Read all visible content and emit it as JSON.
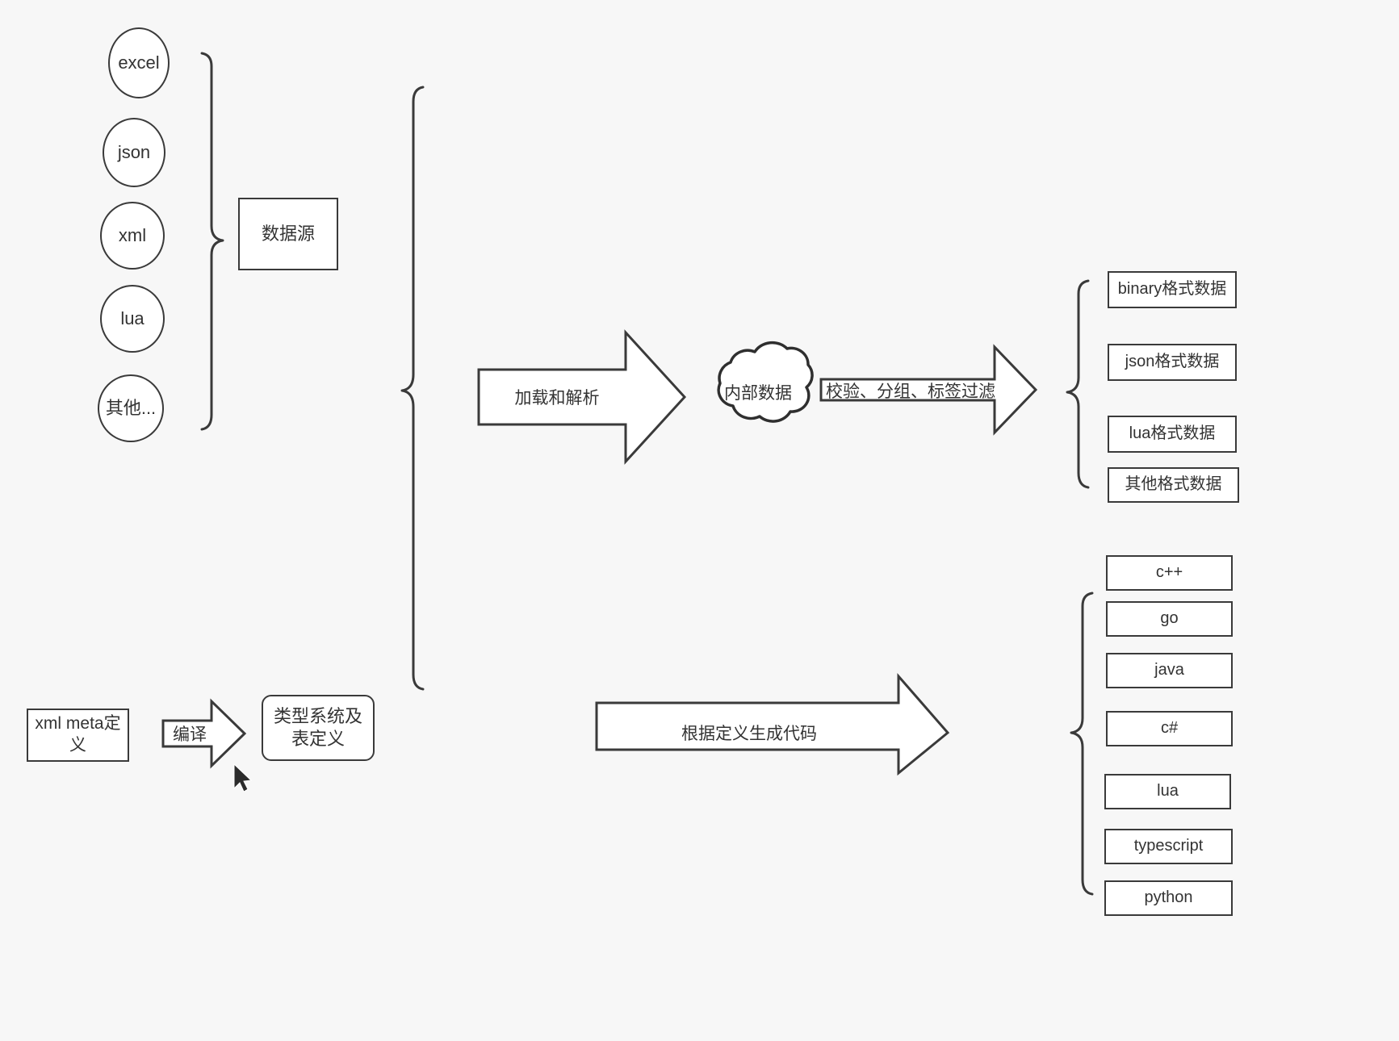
{
  "diagram": {
    "title": "Data pipeline diagram",
    "background_color": "#f7f7f7",
    "stroke_color": "#3a3a3a",
    "text_color": "#333333"
  },
  "sources": {
    "group_label": "数据源",
    "items": [
      {
        "label": "excel"
      },
      {
        "label": "json"
      },
      {
        "label": "xml"
      },
      {
        "label": "lua"
      },
      {
        "label": "其他..."
      }
    ]
  },
  "meta": {
    "input_label": "xml meta定义",
    "compile_arrow_label": "编译",
    "output_label": "类型系统及表定义"
  },
  "pipeline": {
    "load_arrow_label": "加载和解析",
    "cloud_label": "内部数据",
    "filter_arrow_label": "校验、分组、标签过滤",
    "codegen_arrow_label": "根据定义生成代码"
  },
  "data_outputs": {
    "items": [
      {
        "label": "binary格式数据"
      },
      {
        "label": "json格式数据"
      },
      {
        "label": "lua格式数据"
      },
      {
        "label": "其他格式数据"
      }
    ]
  },
  "code_outputs": {
    "items": [
      {
        "label": "c++"
      },
      {
        "label": "go"
      },
      {
        "label": "java"
      },
      {
        "label": "c#"
      },
      {
        "label": "lua"
      },
      {
        "label": "typescript"
      },
      {
        "label": "python"
      }
    ]
  }
}
